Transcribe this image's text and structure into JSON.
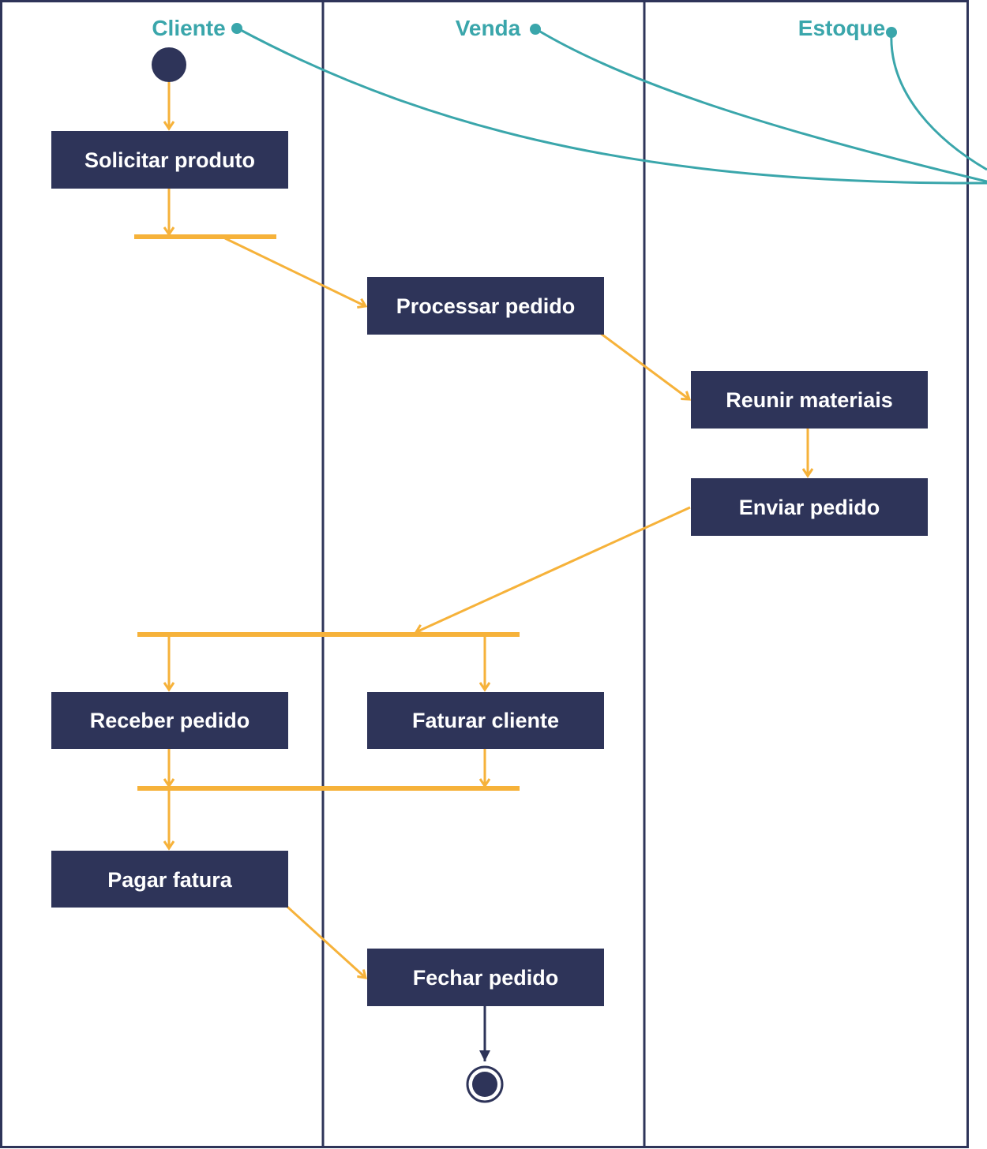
{
  "colors": {
    "navy": "#2e3459",
    "orange": "#f6b23a",
    "teal": "#3aa6ab",
    "background": "#ffffff"
  },
  "lanes": {
    "cliente": "Cliente",
    "venda": "Venda",
    "estoque": "Estoque"
  },
  "activities": {
    "solicitar_produto": "Solicitar produto",
    "processar_pedido": "Processar pedido",
    "reunir_materiais": "Reunir materiais",
    "enviar_pedido": "Enviar pedido",
    "receber_pedido": "Receber pedido",
    "faturar_cliente": "Faturar cliente",
    "pagar_fatura": "Pagar fatura",
    "fechar_pedido": "Fechar pedido"
  }
}
